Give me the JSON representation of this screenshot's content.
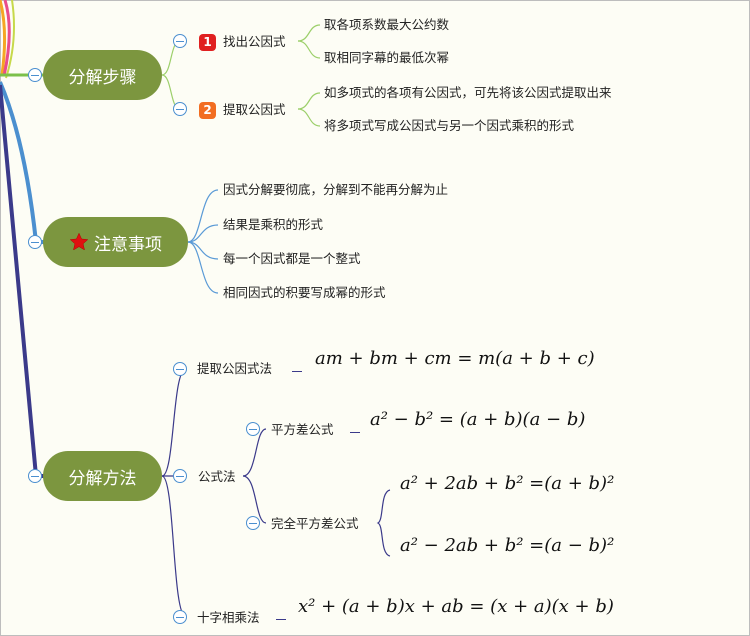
{
  "branches": {
    "steps": {
      "label": "分解步骤",
      "items": [
        {
          "badge": "1",
          "label": "找出公因式",
          "children": [
            "取各项系数最大公约数",
            "取相同字幕的最低次幂"
          ]
        },
        {
          "badge": "2",
          "label": "提取公因式",
          "children": [
            "如多项式的各项有公因式，可先将该公因式提取出来",
            "将多项式写成公因式与另一个因式乘积的形式"
          ]
        }
      ]
    },
    "notes": {
      "label": "注意事项",
      "icon": "star-icon",
      "items": [
        "因式分解要彻底，分解到不能再分解为止",
        "结果是乘积的形式",
        "每一个因式都是一个整式",
        "相同因式的积要写成幂的形式"
      ]
    },
    "methods": {
      "label": "分解方法",
      "extract": {
        "label": "提取公因式法",
        "formula": "am + bm + cm = m(a + b + c)"
      },
      "formula_method": {
        "label": "公式法",
        "diff_squares": {
          "label": "平方差公式",
          "formula": "a² − b² = (a + b)(a − b)"
        },
        "perfect_square": {
          "label": "完全平方差公式",
          "formulas": [
            "a² + 2ab + b² =(a + b)²",
            "a² − 2ab + b² =(a − b)²"
          ]
        }
      },
      "cross": {
        "label": "十字相乘法",
        "formula": "x² + (a + b)x + ab = (x + a)(x + b)"
      }
    }
  },
  "colors": {
    "main_node": "#7c963f",
    "badge1": "#e02020",
    "badge2": "#f26d21",
    "star": "#e01010"
  }
}
